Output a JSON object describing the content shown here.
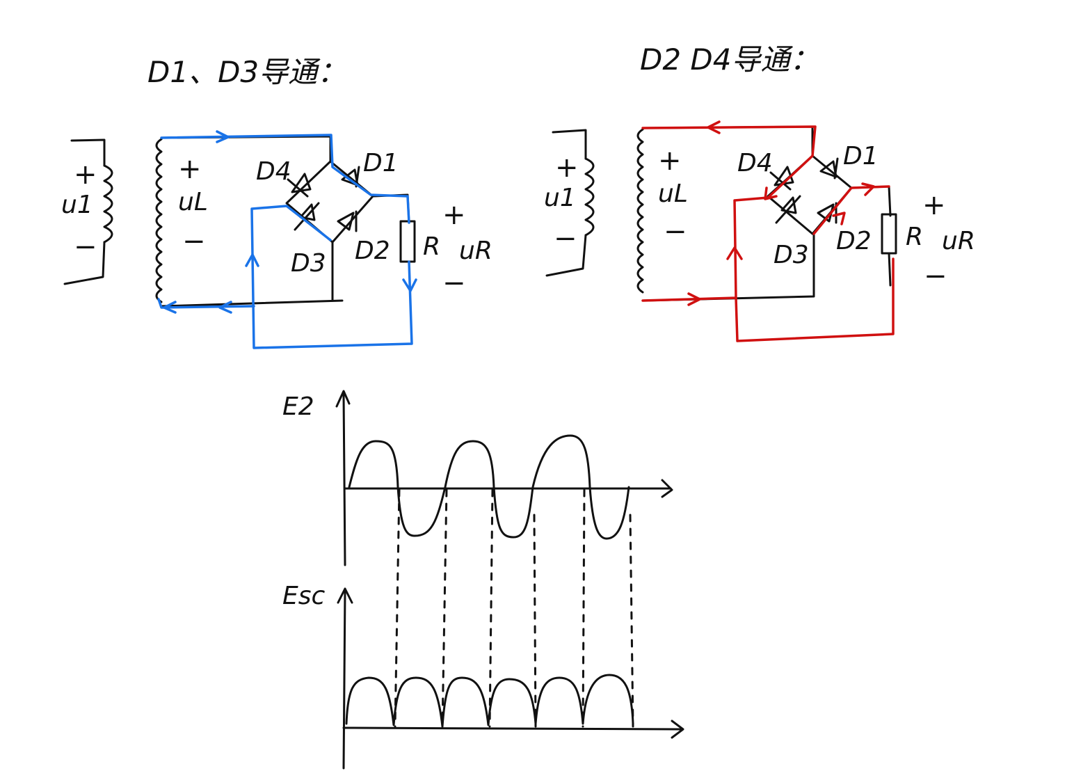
{
  "left_panel": {
    "title": "D1、D3导通：",
    "colors": {
      "path": "#1a73e8"
    },
    "labels": {
      "u1": "u1",
      "uL": "uL",
      "uR": "uR",
      "r": "R",
      "plus": "+",
      "minus": "−",
      "d1": "D1",
      "d2": "D2",
      "d3": "D3",
      "d4": "D4"
    }
  },
  "right_panel": {
    "title": "D2 D4导通：",
    "colors": {
      "path": "#d01010"
    },
    "labels": {
      "u1": "u1",
      "uL": "uL",
      "uR": "uR",
      "r": "R",
      "plus": "+",
      "minus": "−",
      "d1": "D1",
      "d2": "D2",
      "d3": "D3",
      "d4": "D4"
    }
  },
  "waveforms": {
    "top_axis_label": "E2",
    "bottom_axis_label": "Esc"
  }
}
